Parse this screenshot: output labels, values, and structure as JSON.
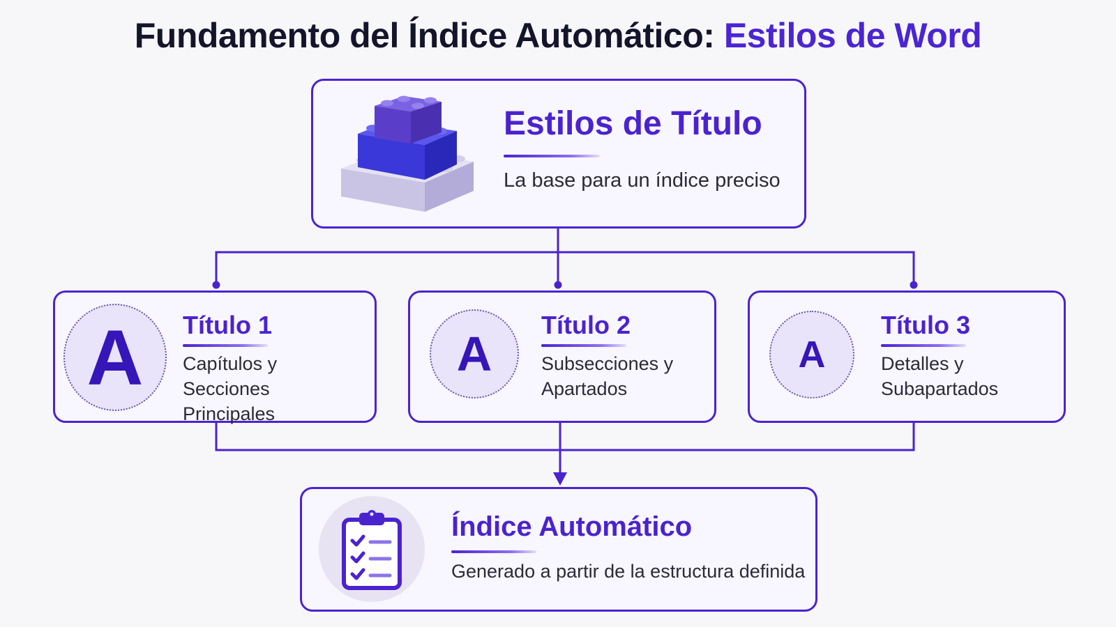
{
  "header": {
    "title_main": "Fundamento del Índice Automático: ",
    "title_accent": "Estilos de Word"
  },
  "top_box": {
    "title": "Estilos de Título",
    "description": "La base para un índice preciso",
    "icon": "stacked-blocks-icon"
  },
  "headings": [
    {
      "title": "Título 1",
      "letter": "A",
      "line1": "Capítulos y Secciones",
      "line2": "Principales"
    },
    {
      "title": "Título 2",
      "letter": "A",
      "line1": "Subsecciones y",
      "line2": "Apartados"
    },
    {
      "title": "Título 3",
      "letter": "A",
      "line1": "Detalles y",
      "line2": "Subapartados"
    }
  ],
  "bottom_box": {
    "title": "Índice Automático",
    "description": "Generado a partir de la estructura definida",
    "icon": "clipboard-checklist-icon"
  },
  "colors": {
    "accent": "#4a23cf",
    "box_background": "#f8f6ff",
    "title_text": "#14142b"
  }
}
